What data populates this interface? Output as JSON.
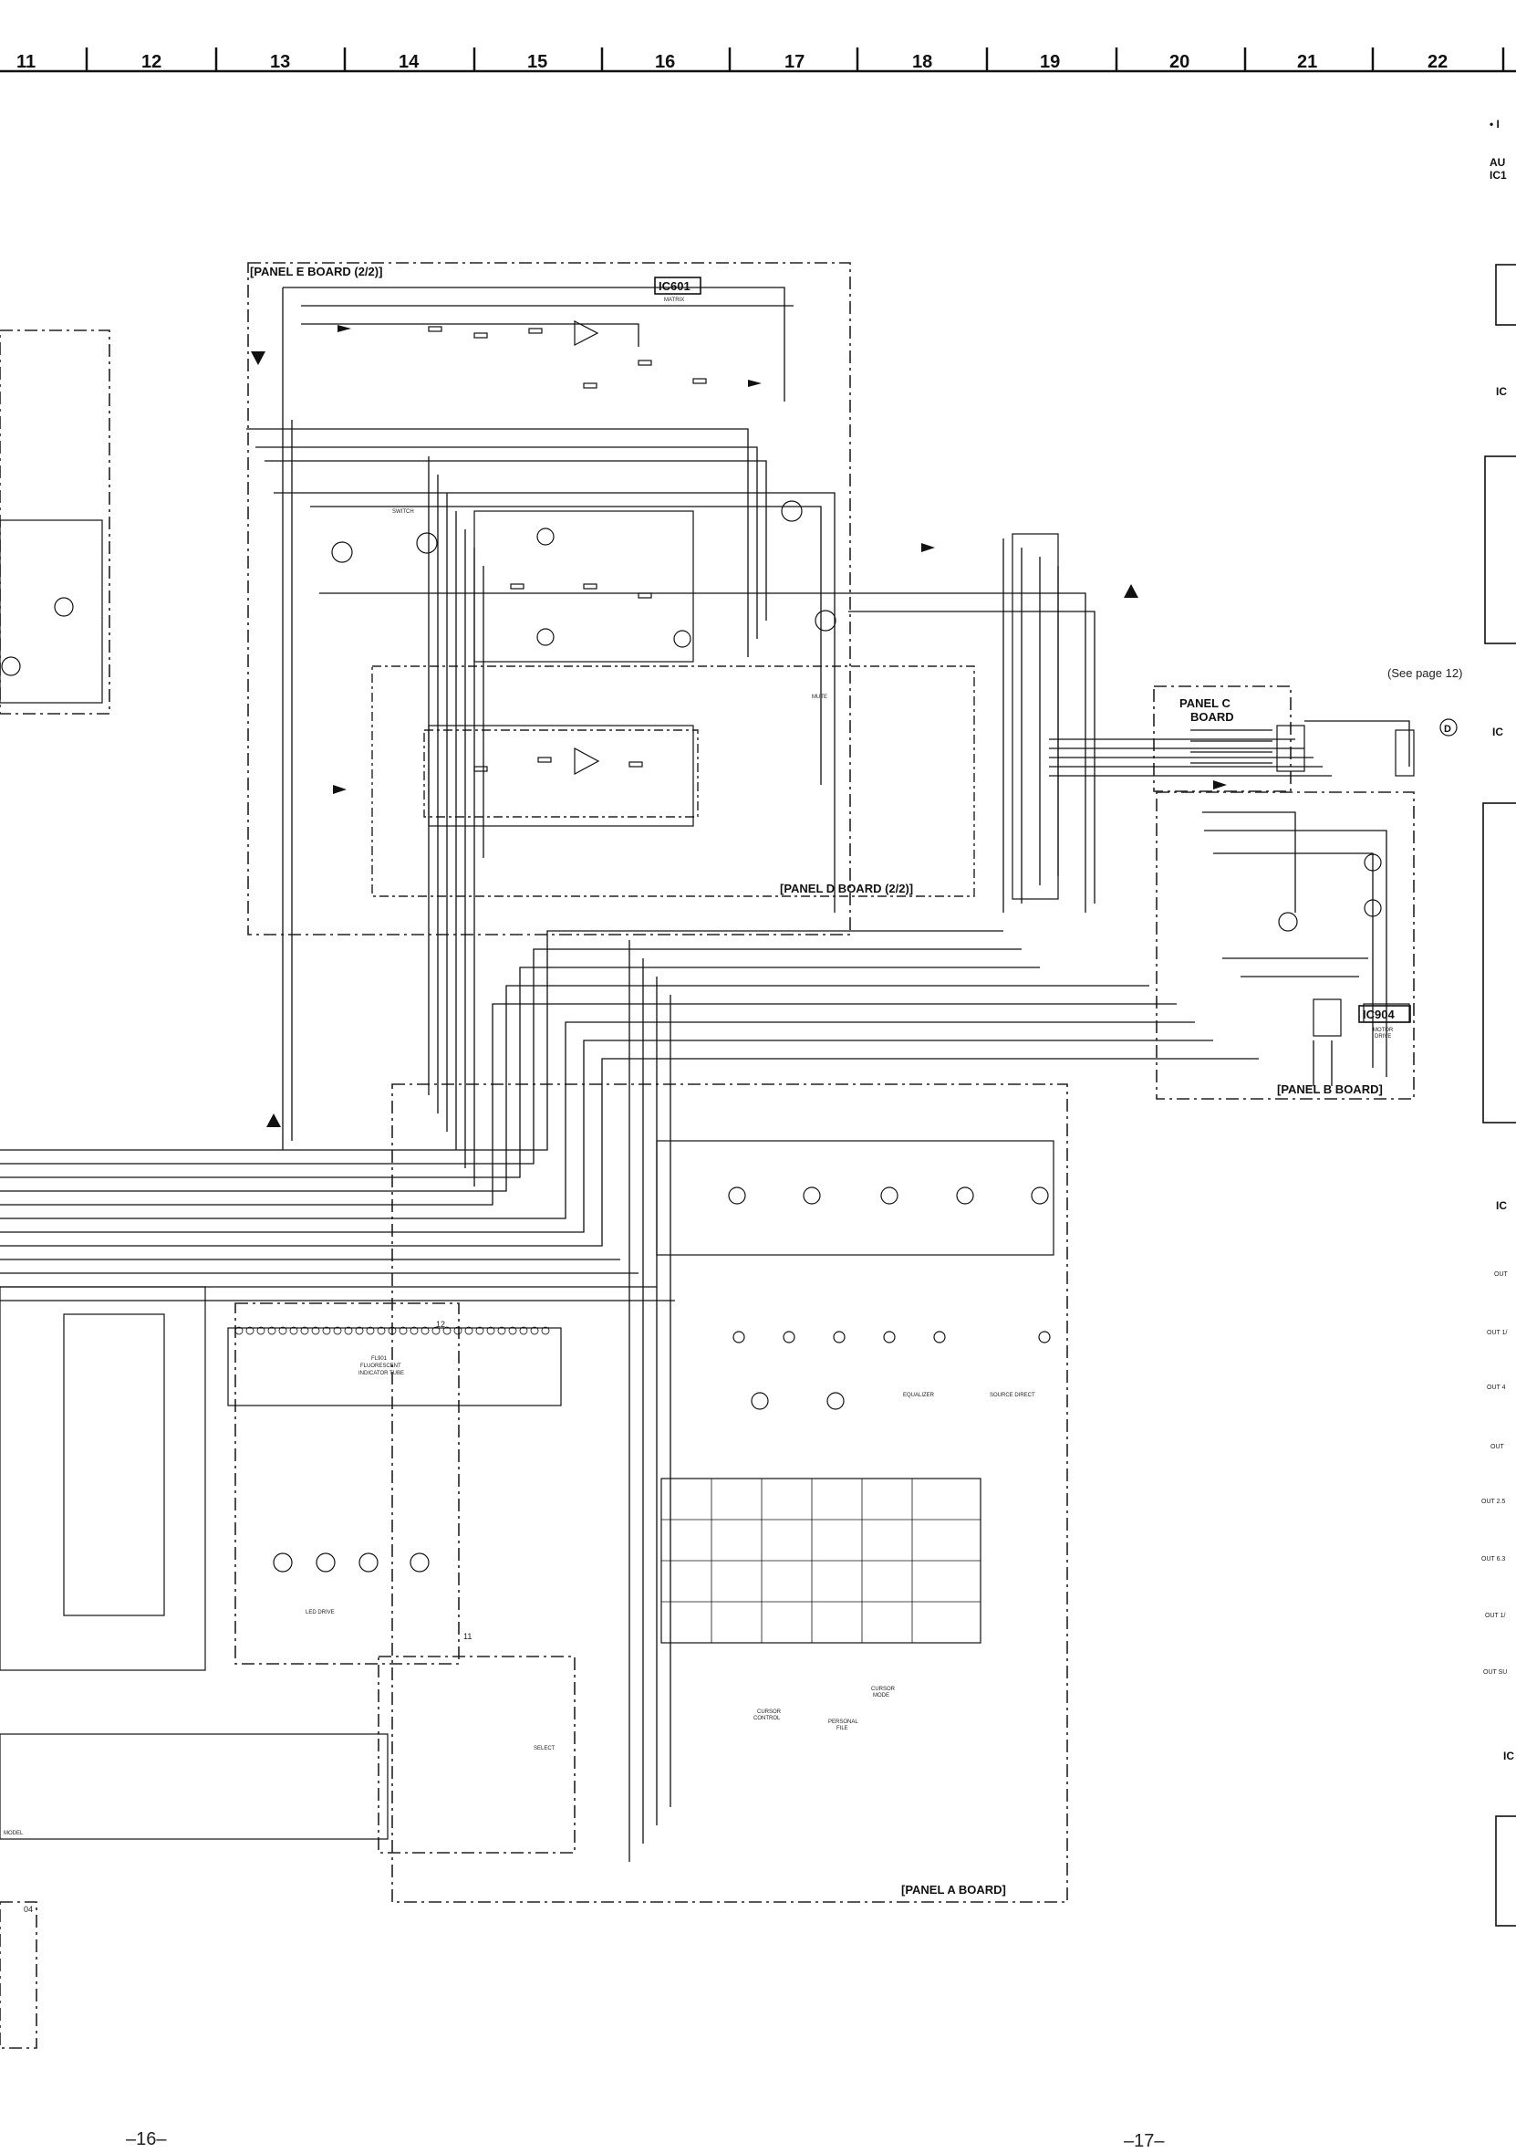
{
  "grid_columns": [
    "11",
    "12",
    "13",
    "14",
    "15",
    "16",
    "17",
    "18",
    "19",
    "20",
    "21",
    "22"
  ],
  "boards": {
    "panel_e": "[PANEL E BOARD (2/2)]",
    "panel_d": "[PANEL D BOARD (2/2)]",
    "panel_c": [
      "PANEL C",
      "BOARD"
    ],
    "panel_b": "[PANEL B BOARD]",
    "panel_a": "[PANEL A BOARD]"
  },
  "ics": {
    "ic601": "IC601",
    "ic601_sub": "MATRIX",
    "ic904": "IC904",
    "ic904_sub": [
      "MOTOR",
      "DRIVE"
    ]
  },
  "annotations": {
    "see_page": "(See page 12)",
    "mute": "MUTE",
    "switch": "SWITCH",
    "fl_tube": [
      "FL901",
      "FLUORESCENT",
      "INDICATOR TUBE"
    ],
    "led_drive": "LED DRIVE",
    "connector_d": "D",
    "box_11": "11",
    "box_12": "12",
    "box_04": "04",
    "cursor_mode": [
      "CURSOR",
      "MODE"
    ],
    "cursor_control": [
      "CURSOR",
      "CONTROL"
    ],
    "personal_file": [
      "PERSONAL",
      "FILE"
    ],
    "select": "SELECT",
    "model": "MODEL",
    "equalizer": "EQUALIZER",
    "source_direct": "SOURCE DIRECT"
  },
  "right_edge": {
    "bullet": "• I",
    "au": "AU",
    "ic1": "IC1",
    "ic_labels": [
      "IC",
      "IC",
      "IC",
      "IC"
    ],
    "out_labels": [
      "OUT",
      "OUT 1/",
      "OUT 4",
      "OUT",
      "OUT 2.5",
      "OUT 6.3",
      "OUT 1/",
      "OUT SU"
    ]
  },
  "page_numbers": {
    "left": "–16–",
    "right": "–17–"
  }
}
